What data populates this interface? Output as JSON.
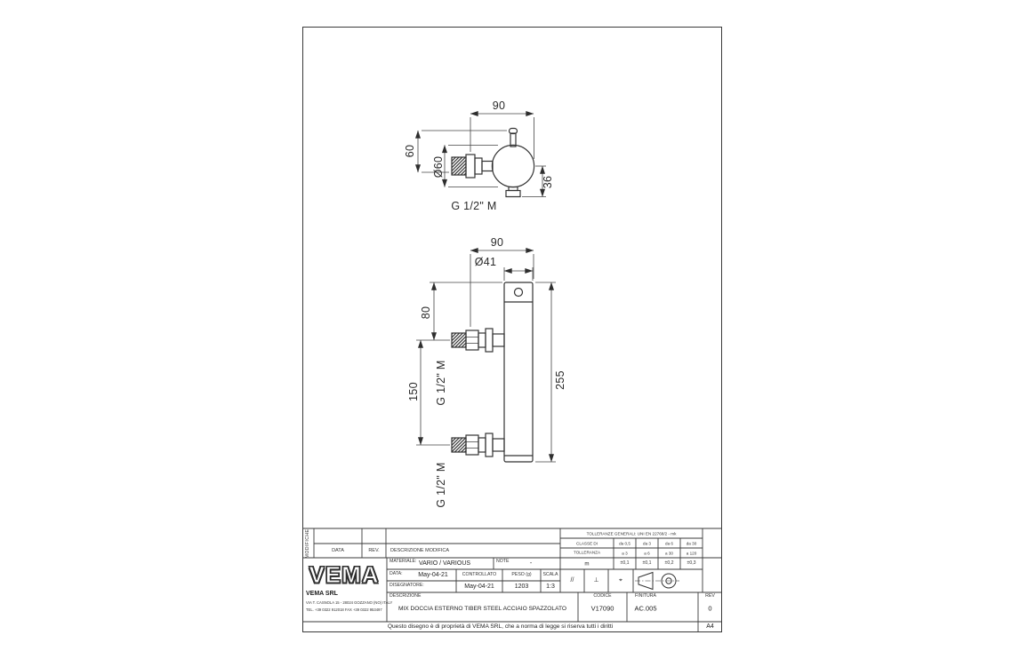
{
  "sheet": {
    "format": "A4",
    "footer_note": "Questo disegno è di proprietà di VEMA SRL, che a norma di legge si riserva tutti i diritti"
  },
  "dims": {
    "side_width": "90",
    "side_height": "60",
    "side_diameter": "Ø60",
    "side_outlet_depth": "36",
    "side_thread": "G 1/2\" M",
    "front_width": "90",
    "front_diameter": "Ø41",
    "front_top_offset": "80",
    "front_inlet_spacing": "150",
    "front_total_height": "255",
    "front_thread_upper": "G 1/2\" M",
    "front_thread_lower": "G 1/2\" M"
  },
  "modifiche": {
    "strip_label": "MODIFICHE",
    "col_data": "DATA",
    "col_rev": "REV.",
    "col_desc": "DESCRIZIONE MODIFICA"
  },
  "tolerances": {
    "title": "TOLLERANZE GENERALI: UNI EN 22768/2 - mk",
    "classe_line1": "CLASSE DI",
    "classe_line2": "TOLLERANZA",
    "range_headers": [
      "da 0,5",
      "da 3",
      "da 6",
      "da 30"
    ],
    "limit_headers": [
      "a 3",
      "a 6",
      "a 30",
      "a 120"
    ],
    "class_value": "m",
    "values": [
      "±0,1",
      "±0,1",
      "±0,2",
      "±0,3"
    ],
    "geo_symbols": [
      "//",
      "⊥",
      "⌖"
    ]
  },
  "company": {
    "logo": "VEMA",
    "name": "VEMA SRL",
    "address": "VIA T. CASNOLA 15 - 28024 GOZZANO (NO) ITALY",
    "contacts": "TEL. +39 0322 912018   FAX +39 0322 953497"
  },
  "fields": {
    "materiale_label": "MATERIALE:",
    "materiale_value": "VARIO / VARIOUS",
    "note_label": "NOTE",
    "note_value": "-",
    "data_label": "DATA:",
    "data_value": "May-04-21",
    "controllato_label": "CONTROLLATO",
    "controllato_value": "May-04-21",
    "peso_label": "PESO (g)",
    "peso_value": "1203",
    "scala_label": "SCALA",
    "scala_value": "1:3",
    "disegnatore_label": "DISEGNATORE:",
    "descrizione_label": "DESCRIZIONE",
    "descrizione_value": "MIX DOCCIA ESTERNO TIBER STEEL ACCIAIO SPAZZOLATO",
    "codice_label": "CODICE",
    "codice_value": "V17090",
    "finitura_label": "FINITURA",
    "finitura_value": "AC.005",
    "rev_label": "REV",
    "rev_value": "0"
  }
}
